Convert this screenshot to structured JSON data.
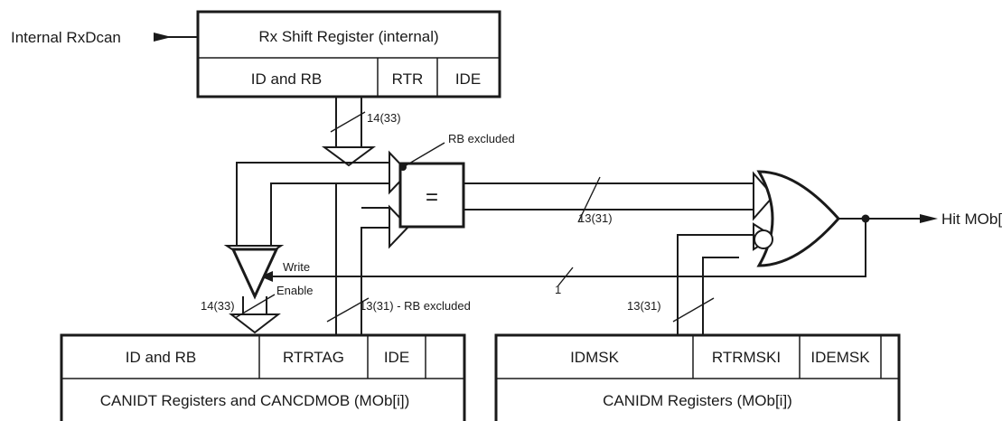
{
  "input": {
    "label": "Internal RxDcan"
  },
  "shift_register": {
    "title": "Rx Shift Register (internal)",
    "fields": [
      "ID and RB",
      "RTR",
      "IDE"
    ]
  },
  "bus_labels": {
    "shift_to_compare": "14(33)",
    "rb_excluded": "RB excluded",
    "compare_to_gate": "13(31)",
    "write_path": "14(33)",
    "compare_feedback": "13(31) - RB excluded",
    "hit_feedback": "1",
    "mask_bus": "13(31)"
  },
  "comparator": {
    "symbol": "="
  },
  "buffer": {
    "write_label": "Write",
    "enable_label": "Enable"
  },
  "output": {
    "label": "Hit MOb[i]"
  },
  "canidt": {
    "fields": [
      "ID and RB",
      "RTRTAG",
      "IDE"
    ],
    "title": "CANIDT Registers and CANCDMOB (MOb[i])"
  },
  "canidm": {
    "fields": [
      "IDMSK",
      "RTRMSKI",
      "IDEMSK"
    ],
    "title": "CANIDM Registers (MOb[i])"
  }
}
